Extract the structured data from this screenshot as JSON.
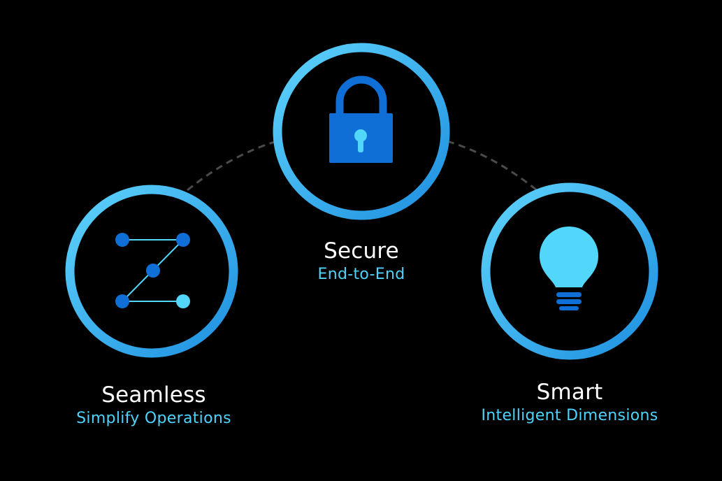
{
  "colors": {
    "background": "#000000",
    "ring_light": "#5ed3fb",
    "ring_dark": "#1e8fe0",
    "icon_blue": "#0f6fd6",
    "icon_light": "#52d7fb",
    "subtitle": "#4fd3fb",
    "connector": "#4a4a4a"
  },
  "nodes": {
    "secure": {
      "title": "Secure",
      "subtitle": "End-to-End",
      "icon": "lock-icon"
    },
    "seamless": {
      "title": "Seamless",
      "subtitle": "Simplify Operations",
      "icon": "z-network-icon"
    },
    "smart": {
      "title": "Smart",
      "subtitle": "Intelligent Dimensions",
      "icon": "lightbulb-icon"
    }
  }
}
